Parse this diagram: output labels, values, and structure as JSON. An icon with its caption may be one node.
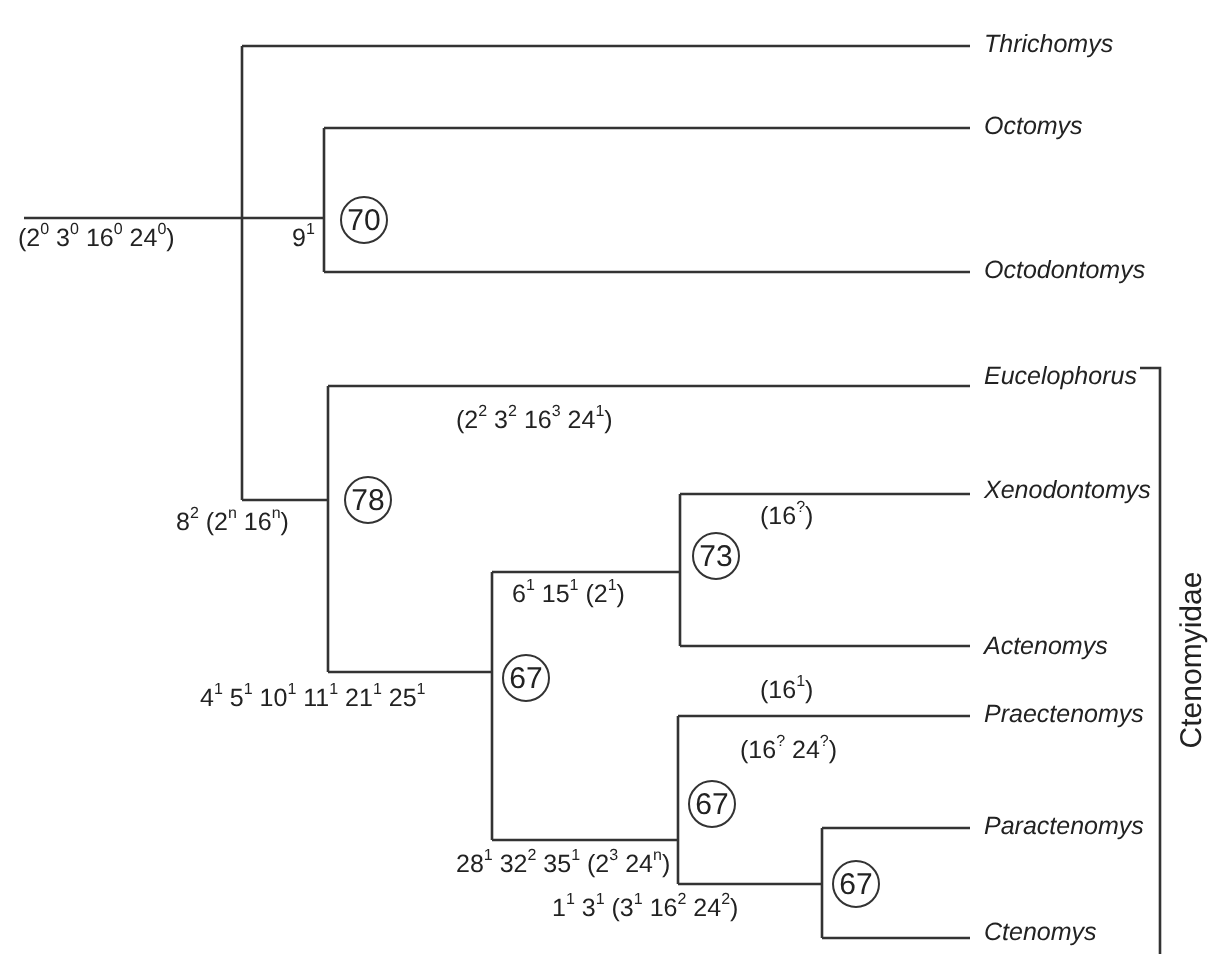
{
  "diagram": {
    "nodes": [
      {
        "text": [
          "70"
        ]
      },
      {
        "text": [
          "78"
        ]
      },
      {
        "text": [
          "73"
        ]
      },
      {
        "text": [
          "67"
        ]
      },
      {
        "text": [
          "67"
        ]
      },
      {
        "text": [
          "67"
        ]
      }
    ],
    "labels": [
      "Thrichomys",
      "Octomys",
      "(2$^{0}$ 3$^{0}$ 16$^{0}$ 24$^{0}$)",
      "9$^{1}$",
      "Octodontomys",
      "Eucelophorus",
      "(2$^{2}$ 3$^{2}$ 16$^{3}$ 24$^{1}$)",
      "Xenodontomys",
      "8$^{2}$ (2$^{n}$ 16$^{n}$)",
      "(16$^{?}$)",
      "6$^{1}$ 15$^{1}$ (2$^{1}$)",
      "Actenomys",
      "(16$^{1}$)",
      "4$^{1}$ 5$^{1}$ 10$^{1}$ 11$^{1}$ 21$^{1}$ 25$^{1}$",
      "Praectenomys",
      "(16$^{?}$ 24$^{?}$)",
      "Paractenomys",
      "28$^{1}$ 32$^{2}$ 35$^{1}$ (2$^{3}$ 24$^{n}$)",
      "1$^{1}$ 3$^{1}$ (3$^{1}$ 16$^{2}$ 24$^{2}$)",
      "Ctenomys",
      "Ctenomyidae"
    ]
  }
}
